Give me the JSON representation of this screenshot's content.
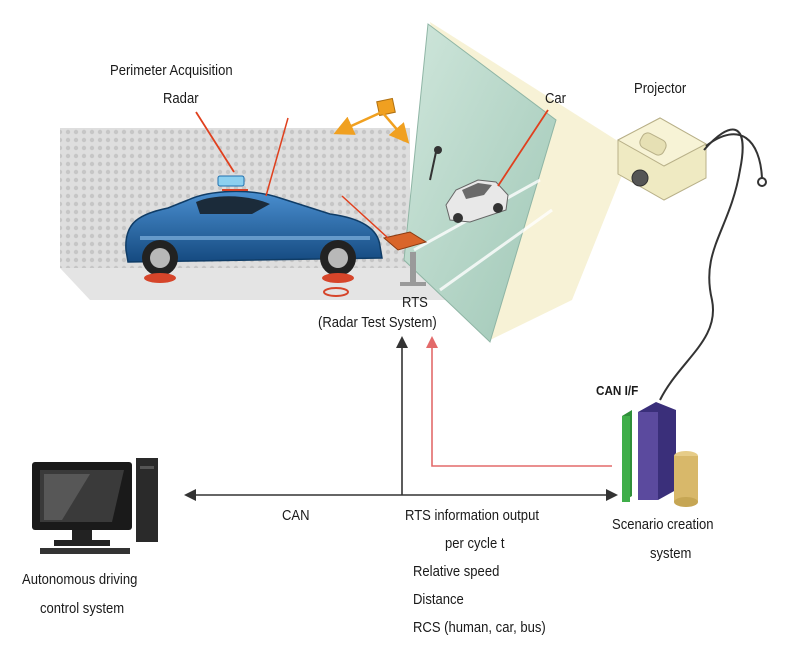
{
  "labels": {
    "perimeter_radar_line1": "Perimeter Acquisition",
    "perimeter_radar_line2": "Radar",
    "car": "Car",
    "projector": "Projector",
    "rts_line1": "RTS",
    "rts_line2": "(Radar Test System)",
    "can_if": "CAN I/F",
    "can": "CAN",
    "rts_output_line1": "RTS information output",
    "rts_output_line2": "per cycle t",
    "relative_speed": "Relative speed",
    "distance": "Distance",
    "rcs": "RCS (human, car, bus)",
    "scenario_line1": "Scenario creation",
    "scenario_line2": "system",
    "autonomous_line1": "Autonomous driving",
    "autonomous_line2": "control system"
  },
  "colors": {
    "pointer_red": "#e0401e",
    "feedback_red": "#e36a6a",
    "arrow_dark": "#333333",
    "car_blue": "#1f5f9e",
    "screen_green": "#b8d8cc",
    "beam_yellow": "#f6f0cf",
    "bar_green": "#3fae49",
    "bar_purple": "#5b4a9e",
    "bar_tan": "#d8b86a",
    "wall_grey": "#d9d9d9",
    "signal_orange": "#f0a020"
  }
}
